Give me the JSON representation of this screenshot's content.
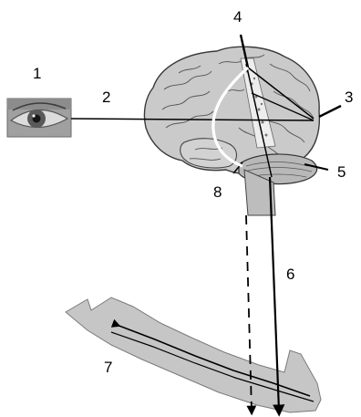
{
  "labels": {
    "eye": "1",
    "visual_pathway": "2",
    "occipital_area": "3",
    "motor_area": "4",
    "cerebellum": "5",
    "spinal_tract": "6",
    "arm": "7",
    "brainstem": "8"
  },
  "colors": {
    "background": "#ffffff",
    "brain_fill": "#c8c8c8",
    "arm_fill": "#c6c6c6",
    "line": "#000000",
    "highlight_path": "#ffffff"
  }
}
